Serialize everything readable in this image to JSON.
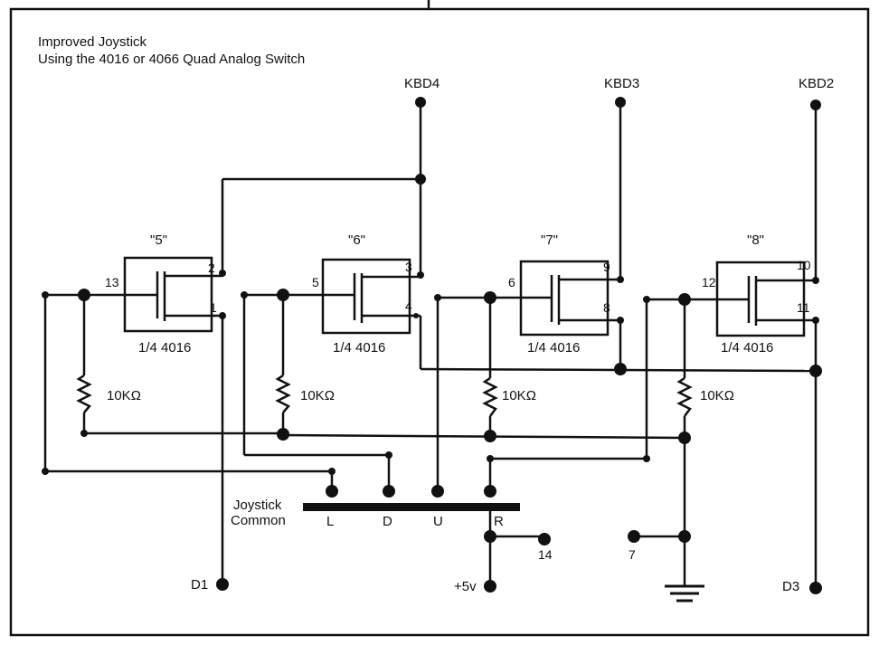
{
  "title_line1": "Improved Joystick",
  "title_line2": "Using the 4016 or 4066 Quad Analog Switch",
  "kbd_labels": {
    "kbd4": "KBD4",
    "kbd3": "KBD3",
    "kbd2": "KBD2"
  },
  "switches": [
    {
      "name": "\"5\"",
      "part": "1/4 4016",
      "pins": [
        "13",
        "2",
        "1"
      ]
    },
    {
      "name": "\"6\"",
      "part": "1/4 4016",
      "pins": [
        "5",
        "3",
        "4"
      ]
    },
    {
      "name": "\"7\"",
      "part": "1/4 4016",
      "pins": [
        "6",
        "9",
        "8"
      ]
    },
    {
      "name": "\"8\"",
      "part": "1/4 4016",
      "pins": [
        "12",
        "10",
        "11"
      ]
    }
  ],
  "resistor_value": "10KΩ",
  "joystick": {
    "label_line1": "Joystick",
    "label_line2": "Common",
    "pins": [
      "L",
      "D",
      "U",
      "R"
    ]
  },
  "outputs": {
    "d1": "D1",
    "d3": "D3"
  },
  "supply": "+5v",
  "pin14": "14",
  "pin7": "7"
}
